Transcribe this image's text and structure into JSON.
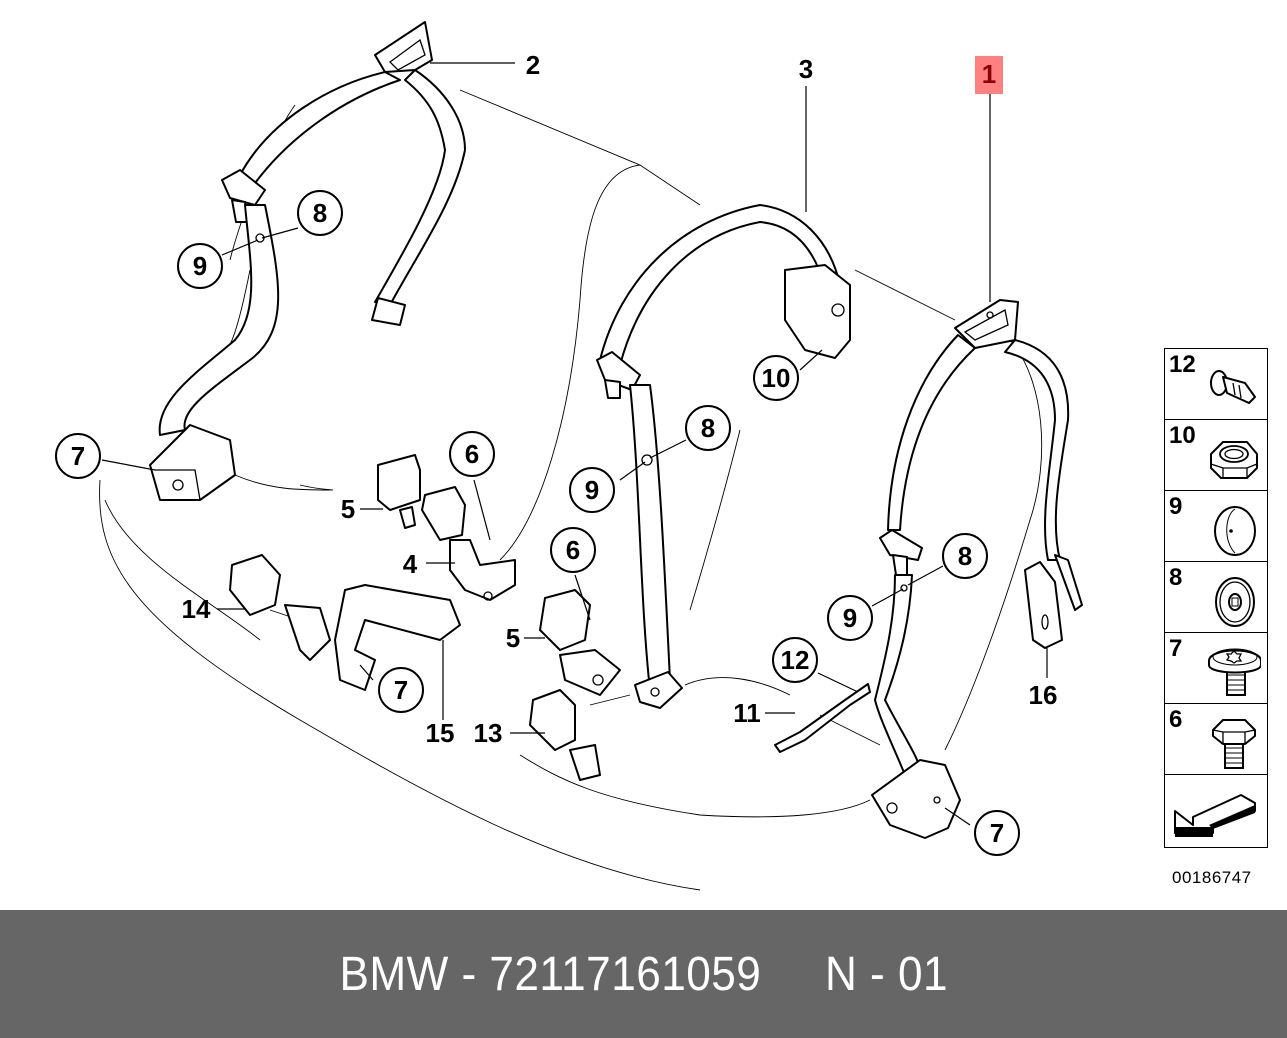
{
  "diagram": {
    "title": "Rear seat belt assembly",
    "highlighted_part": "1",
    "highlight_color": "#ff8080",
    "callouts": [
      {
        "id": "c1",
        "label": "1",
        "style": "highlight"
      },
      {
        "id": "c2",
        "label": "2",
        "style": "plain"
      },
      {
        "id": "c3",
        "label": "3",
        "style": "plain"
      },
      {
        "id": "c4",
        "label": "4",
        "style": "plain"
      },
      {
        "id": "c5a",
        "label": "5",
        "style": "plain"
      },
      {
        "id": "c5b",
        "label": "5",
        "style": "plain"
      },
      {
        "id": "c6a",
        "label": "6",
        "style": "circle"
      },
      {
        "id": "c6b",
        "label": "6",
        "style": "circle"
      },
      {
        "id": "c7a",
        "label": "7",
        "style": "circle"
      },
      {
        "id": "c7b",
        "label": "7",
        "style": "circle"
      },
      {
        "id": "c7c",
        "label": "7",
        "style": "circle"
      },
      {
        "id": "c8a",
        "label": "8",
        "style": "circle"
      },
      {
        "id": "c8b",
        "label": "8",
        "style": "circle"
      },
      {
        "id": "c8c",
        "label": "8",
        "style": "circle"
      },
      {
        "id": "c9a",
        "label": "9",
        "style": "circle"
      },
      {
        "id": "c9b",
        "label": "9",
        "style": "circle"
      },
      {
        "id": "c9c",
        "label": "9",
        "style": "circle"
      },
      {
        "id": "c10",
        "label": "10",
        "style": "circle"
      },
      {
        "id": "c11",
        "label": "11",
        "style": "plain"
      },
      {
        "id": "c12",
        "label": "12",
        "style": "circle"
      },
      {
        "id": "c13",
        "label": "13",
        "style": "plain"
      },
      {
        "id": "c14",
        "label": "14",
        "style": "plain"
      },
      {
        "id": "c15",
        "label": "15",
        "style": "plain"
      },
      {
        "id": "c16",
        "label": "16",
        "style": "plain"
      }
    ]
  },
  "legend": {
    "items": [
      {
        "label": "12",
        "icon": "screw-icon"
      },
      {
        "label": "10",
        "icon": "hex-nut-icon"
      },
      {
        "label": "9",
        "icon": "cap-icon"
      },
      {
        "label": "8",
        "icon": "washer-icon"
      },
      {
        "label": "7",
        "icon": "torx-bolt-icon"
      },
      {
        "label": "6",
        "icon": "hex-bolt-icon"
      },
      {
        "label": "",
        "icon": "arrow-icon"
      }
    ],
    "diagram_number": "00186747"
  },
  "footer": {
    "text": "BMW - 72117161059     N - 01"
  }
}
